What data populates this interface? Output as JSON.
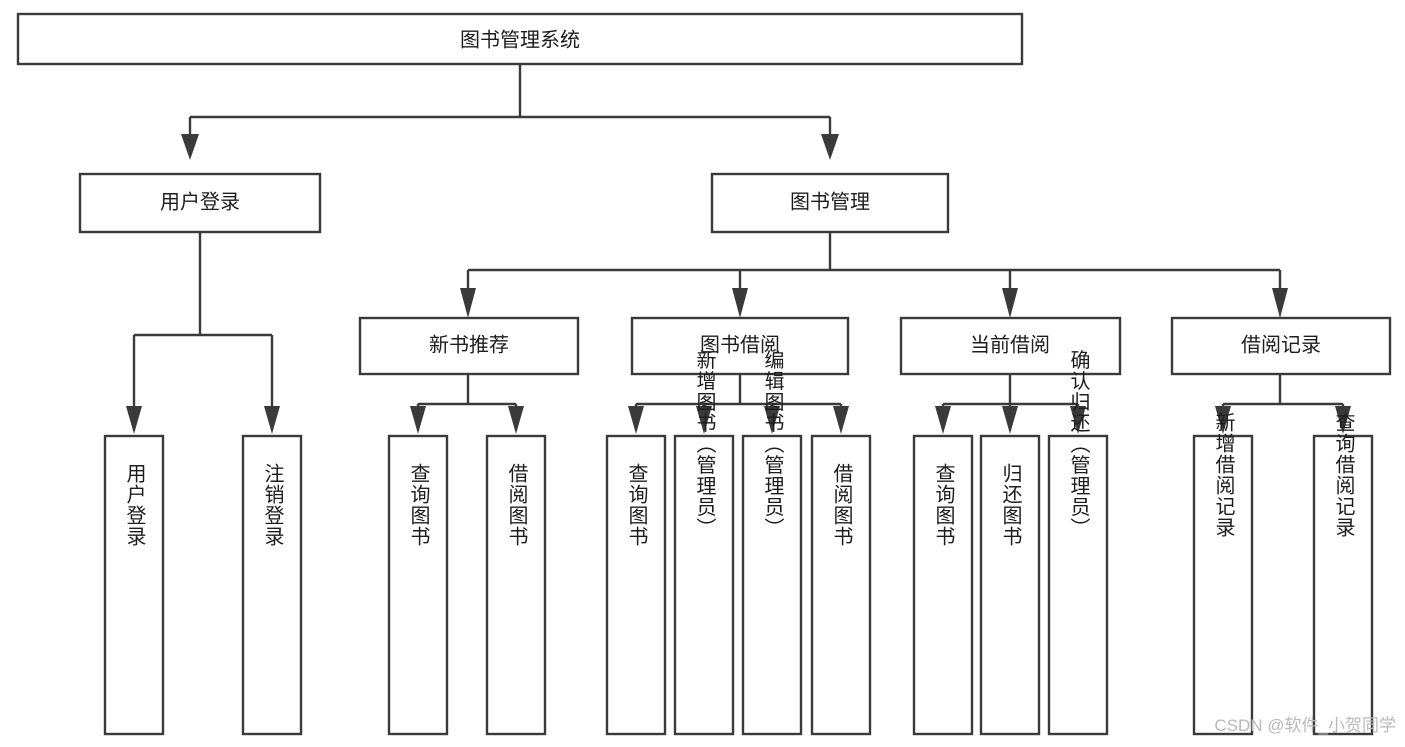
{
  "diagram": {
    "type": "tree-hierarchy-chart",
    "title": "图书管理系统",
    "orientation": "top-down",
    "levels": 4,
    "colors": {
      "background": "#ffffff",
      "box_fill": "#ffffff",
      "box_stroke": "#3a3a3a",
      "connector": "#3a3a3a",
      "text": "#1d1d1d",
      "watermark": "#b9b9b9"
    },
    "nodes": {
      "root": {
        "label": "图书管理系统",
        "level": 0,
        "orientation": "horizontal"
      },
      "level1": [
        {
          "id": "user-login",
          "label": "用户登录",
          "orientation": "horizontal"
        },
        {
          "id": "book-management",
          "label": "图书管理",
          "orientation": "horizontal"
        }
      ],
      "level2": [
        {
          "id": "new-book-recommend",
          "label": "新书推荐",
          "parent": "book-management",
          "orientation": "horizontal"
        },
        {
          "id": "book-borrow",
          "label": "图书借阅",
          "parent": "book-management",
          "orientation": "horizontal"
        },
        {
          "id": "current-borrow",
          "label": "当前借阅",
          "parent": "book-management",
          "orientation": "horizontal"
        },
        {
          "id": "borrow-record",
          "label": "借阅记录",
          "parent": "book-management",
          "orientation": "horizontal"
        }
      ],
      "leaves": [
        {
          "id": "leaf-user-login",
          "label": "用户登录",
          "parent": "user-login",
          "orientation": "vertical"
        },
        {
          "id": "leaf-user-logout",
          "label": "注销登录",
          "parent": "user-login",
          "orientation": "vertical"
        },
        {
          "id": "leaf-query-book-1",
          "label": "查询图书",
          "parent": "new-book-recommend",
          "orientation": "vertical"
        },
        {
          "id": "leaf-borrow-book-1",
          "label": "借阅图书",
          "parent": "new-book-recommend",
          "orientation": "vertical"
        },
        {
          "id": "leaf-query-book-2",
          "label": "查询图书",
          "parent": "book-borrow",
          "orientation": "vertical"
        },
        {
          "id": "leaf-add-book",
          "label": "新增图书（管理员）",
          "parent": "book-borrow",
          "orientation": "vertical"
        },
        {
          "id": "leaf-edit-book",
          "label": "编辑图书（管理员）",
          "parent": "book-borrow",
          "orientation": "vertical"
        },
        {
          "id": "leaf-borrow-book-2",
          "label": "借阅图书",
          "parent": "book-borrow",
          "orientation": "vertical"
        },
        {
          "id": "leaf-query-book-3",
          "label": "查询图书",
          "parent": "current-borrow",
          "orientation": "vertical"
        },
        {
          "id": "leaf-return-book",
          "label": "归还图书",
          "parent": "current-borrow",
          "orientation": "vertical"
        },
        {
          "id": "leaf-confirm-return",
          "label": "确认归还（管理员）",
          "parent": "current-borrow",
          "orientation": "vertical"
        },
        {
          "id": "leaf-add-record",
          "label": "新增借阅记录",
          "parent": "borrow-record",
          "orientation": "vertical"
        },
        {
          "id": "leaf-query-record",
          "label": "查询借阅记录",
          "parent": "borrow-record",
          "orientation": "vertical"
        }
      ]
    }
  },
  "watermark": {
    "text": "CSDN @软件_小贺同学"
  }
}
